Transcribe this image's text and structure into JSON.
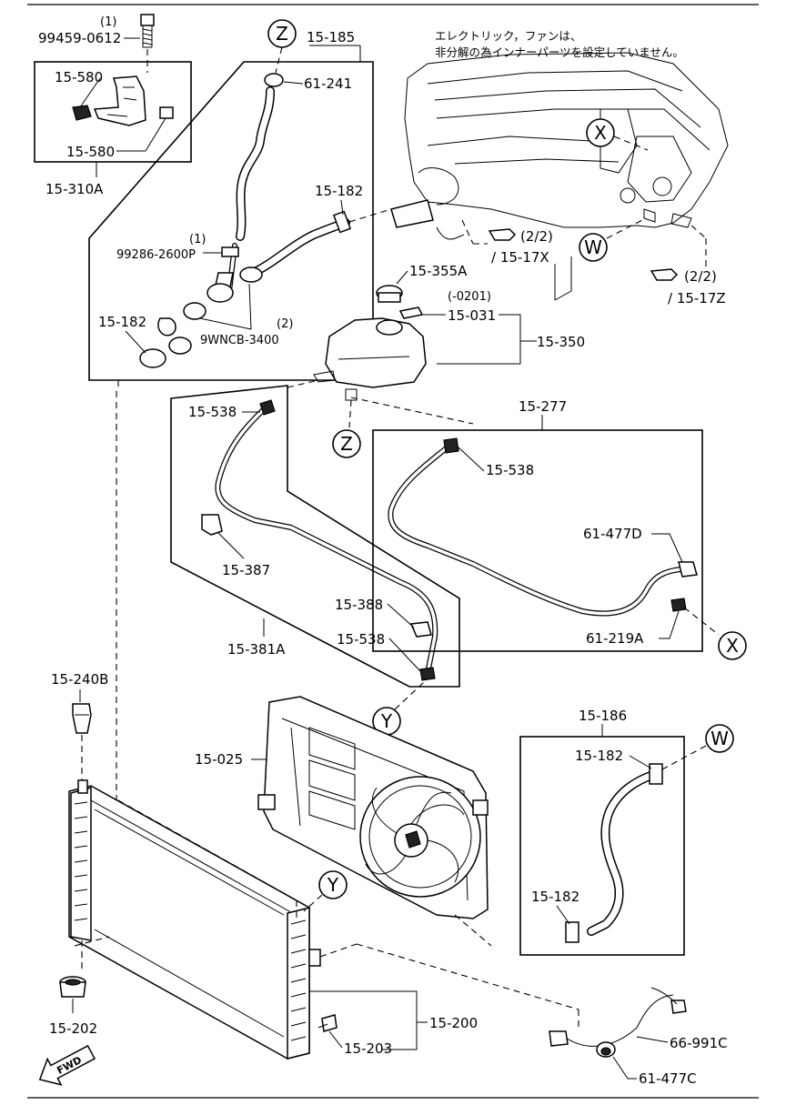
{
  "note": {
    "line1": "エレクトリック，ファンは、",
    "line2": "非分解の為インナーパーツを設定していません。"
  },
  "labels": {
    "qty_bolt": "(1)",
    "bolt": "99459-0612",
    "clip_a": "15-580",
    "clip_b": "15-580",
    "bracket": "15-310A",
    "hose_upper": "15-185",
    "clamp_upper": "61-241",
    "clamp_engine": "15-182",
    "qty_pipe": "(1)",
    "pipe": "99286-2600P",
    "clamp_left": "15-182",
    "qty_oring": "(2)",
    "oring": "9WNCB-3400",
    "cap": "15-355A",
    "cap_range": "(-0201)",
    "cap_label": "15-031",
    "tank": "15-350",
    "ref_x": "(2/2)",
    "ref_x_page": "/ 15-17X",
    "ref_z": "(2/2)",
    "ref_z_page": "/ 15-17Z",
    "clip_538_a": "15-538",
    "clip_387": "15-387",
    "clip_388": "15-388",
    "clip_538_b": "15-538",
    "hose_381": "15-381A",
    "hose_277": "15-277",
    "clip_538_c": "15-538",
    "clamp_477d": "61-477D",
    "clamp_219": "61-219A",
    "grommet": "15-240B",
    "shroud": "15-025",
    "hose_lower": "15-186",
    "clamp_lower_a": "15-182",
    "clamp_lower_b": "15-182",
    "mount": "15-202",
    "radiator": "15-200",
    "drain": "15-203",
    "harness": "66-991C",
    "clamp_477c": "61-477C",
    "fwd": "FWD"
  },
  "callouts": {
    "z_top": "Z",
    "x_engine": "X",
    "w_engine": "W",
    "z_tank": "Z",
    "x_right": "X",
    "y_hose": "Y",
    "w_lower": "W",
    "y_radiator": "Y"
  },
  "icons": {
    "ref_x_icon": "pointing-hand-icon",
    "ref_z_icon": "pointing-hand-icon",
    "fwd_icon": "forward-arrow-icon"
  }
}
